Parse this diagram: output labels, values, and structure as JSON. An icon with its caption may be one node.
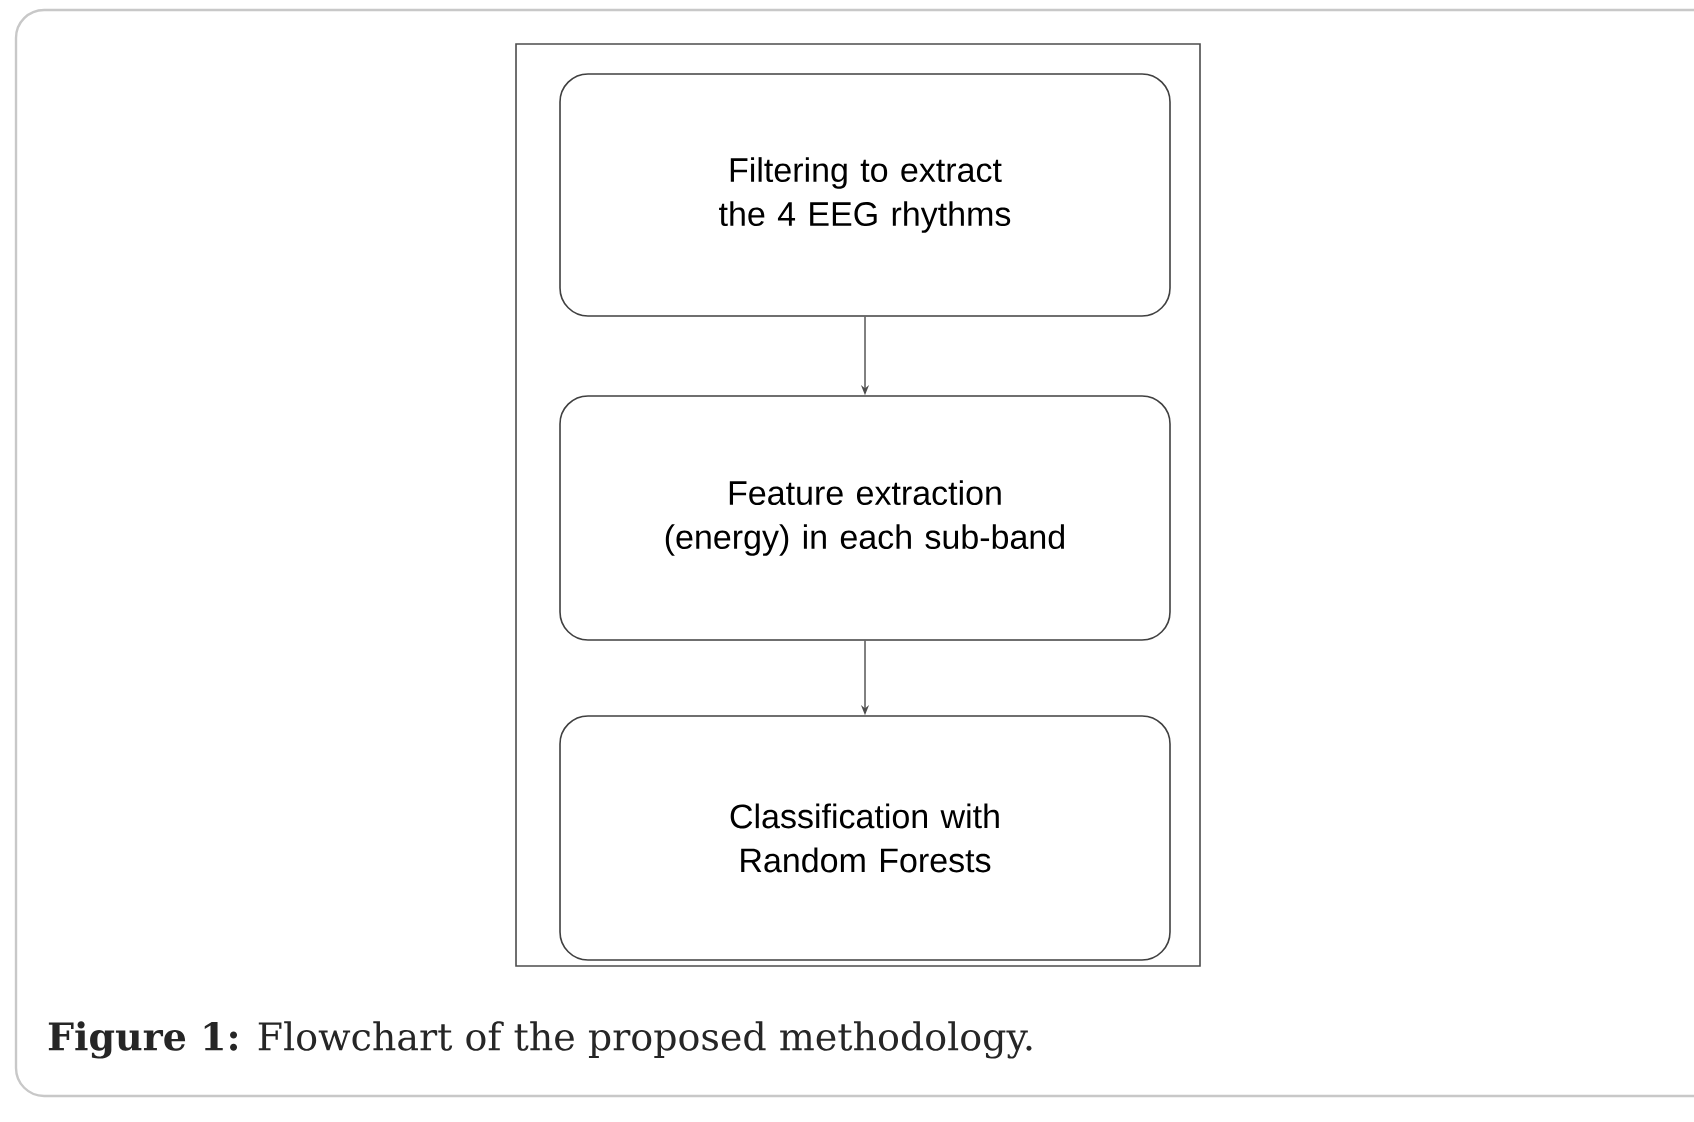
{
  "diagram": {
    "caption": "**Figure 1:** Flowchart of the proposed methodology.",
    "nodes": [
      {
        "text": [
          "Filtering to extract the 4 EEG rhythms"
        ]
      },
      {
        "text": [
          "Feature extraction (energy) in each sub-band"
        ]
      },
      {
        "text": [
          "Classification with Random Forests"
        ]
      }
    ],
    "edges": [
      {
        "from": 0,
        "to": 1,
        "arrow": "to"
      },
      {
        "from": 1,
        "to": 2,
        "arrow": "to"
      }
    ]
  }
}
